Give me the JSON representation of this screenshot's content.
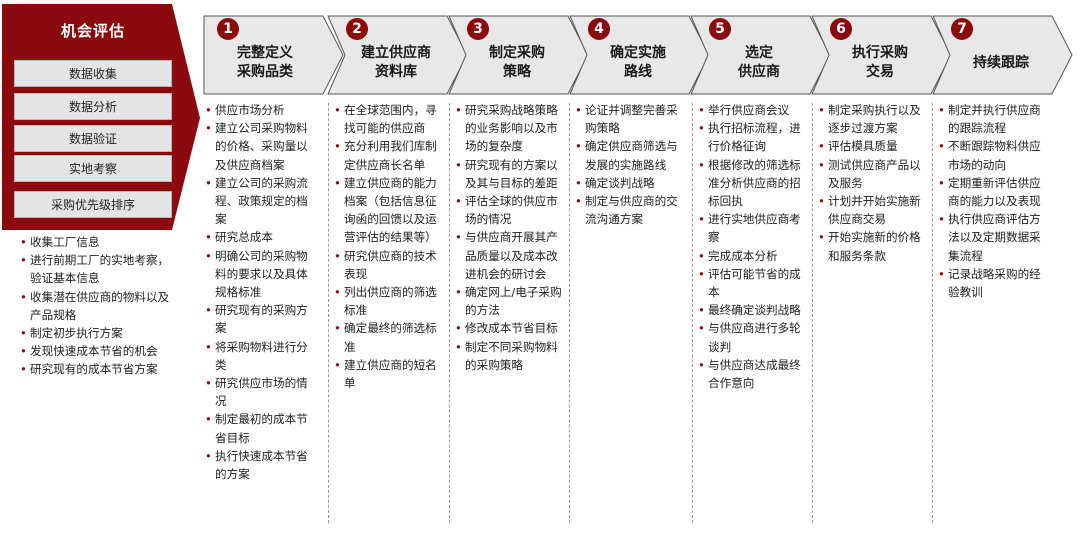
{
  "colors": {
    "accent": "#8b0a0d",
    "arrow_fill": "#e8e8e8",
    "arrow_stroke": "#555555",
    "panel_box": "#e4e4e4"
  },
  "evaluation": {
    "title": "机会评估",
    "items": [
      "数据收集",
      "数据分析",
      "数据验证",
      "实地考察",
      "采购优先级排序"
    ],
    "bullets": [
      "收集工厂信息",
      "进行前期工厂的实地考察，验证基本信息",
      "收集潜在供应商的物料以及产品规格",
      "制定初步执行方案",
      "发现快速成本节省的机会",
      "研究现有的成本节省方案"
    ]
  },
  "steps": [
    {
      "num": "1",
      "title": "完整定义\n采购品类",
      "bullets": [
        "供应市场分析",
        "建立公司采购物料的价格、采购量以及供应商档案",
        "建立公司的采购流程、政策规定的档案",
        "研究总成本",
        "明确公司的采购物料的要求以及具体规格标准",
        "研究现有的采购方案",
        "将采购物料进行分类",
        "研究供应市场的情况",
        "制定最初的成本节省目标",
        "执行快速成本节省的方案"
      ]
    },
    {
      "num": "2",
      "title": "建立供应商\n资料库",
      "bullets": [
        "在全球范围内，寻找可能的供应商",
        "充分利用我们库制定供应商长名单",
        "建立供应商的能力档案（包括信息征询函的回馈以及运营评估的结果等）",
        "研究供应商的技术表现",
        "列出供应商的筛选标准",
        "确定最终的筛选标准",
        "建立供应商的短名单"
      ]
    },
    {
      "num": "3",
      "title": "制定采购\n策略",
      "bullets": [
        "研究采购战略策略的业务影响以及市场的复杂度",
        "研究现有的方案以及其与目标的差距",
        "评估全球的供应市场的情况",
        "与供应商开展其产品质量以及成本改进机会的研讨会",
        "确定网上/电子采购的方法",
        "修改成本节省目标",
        "制定不同采购物料的采购策略"
      ]
    },
    {
      "num": "4",
      "title": "确定实施\n路线",
      "bullets": [
        "论证并调整完善采购策略",
        "确定供应商筛选与发展的实施路线",
        "确定谈判战略",
        "制定与供应商的交流沟通方案"
      ]
    },
    {
      "num": "5",
      "title": "选定\n供应商",
      "bullets": [
        "举行供应商会议",
        "执行招标流程，进行价格征询",
        "根据修改的筛选标准分析供应商的招标回执",
        "进行实地供应商考察",
        "完成成本分析",
        "评估可能节省的成本",
        "最终确定谈判战略",
        "与供应商进行多轮谈判",
        "与供应商达成最终合作意向"
      ]
    },
    {
      "num": "6",
      "title": "执行采购\n交易",
      "bullets": [
        "制定采购执行以及逐步过渡方案",
        "评估模具质量",
        "测试供应商产品以及服务",
        "计划并开始实施新供应商交易",
        "开始实施新的价格和服务条款"
      ]
    },
    {
      "num": "7",
      "title": "持续跟踪",
      "bullets": [
        "制定并执行供应商的跟踪流程",
        "不断跟踪物料供应市场的动向",
        "定期重新评估供应商的能力以及表现",
        "执行供应商评估方法以及定期数据采集流程",
        "记录战略采购的经验教训"
      ]
    }
  ]
}
